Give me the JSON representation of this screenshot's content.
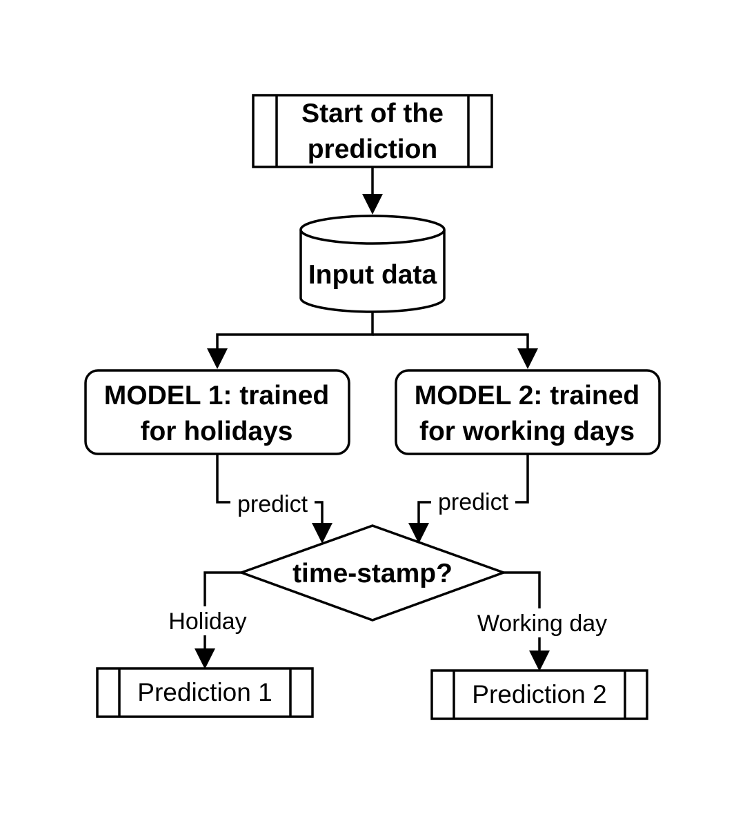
{
  "nodes": {
    "start": {
      "lines": [
        "Start of the",
        "prediction"
      ]
    },
    "input_data": {
      "lines": [
        "Input data"
      ]
    },
    "model1": {
      "lines": [
        "MODEL 1: trained",
        "for holidays"
      ]
    },
    "model2": {
      "lines": [
        "MODEL 2: trained",
        "for working days"
      ]
    },
    "decision": {
      "lines": [
        "time-stamp?"
      ]
    },
    "prediction1": {
      "lines": [
        "Prediction 1"
      ]
    },
    "prediction2": {
      "lines": [
        "Prediction 2"
      ]
    }
  },
  "edges": {
    "model1_to_decision": {
      "label": "predict"
    },
    "model2_to_decision": {
      "label": "predict"
    },
    "decision_to_prediction1": {
      "label": "Holiday"
    },
    "decision_to_prediction2": {
      "label": "Working day"
    }
  }
}
